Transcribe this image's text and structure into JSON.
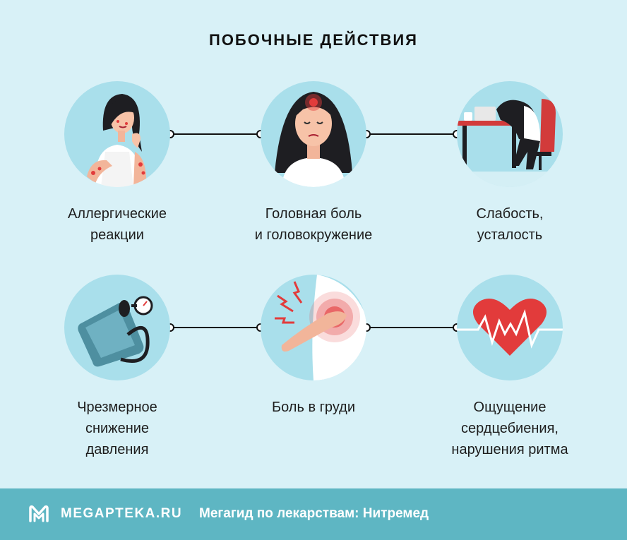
{
  "title": "ПОБОЧНЫЕ ДЕЙСТВИЯ",
  "items": [
    {
      "line1": "Аллергические",
      "line2": "реакции",
      "line3": "",
      "icon": "allergy-woman-icon"
    },
    {
      "line1": "Головная боль",
      "line2": "и головокружение",
      "line3": "",
      "icon": "headache-woman-icon"
    },
    {
      "line1": "Слабость,",
      "line2": "усталость",
      "line3": "",
      "icon": "tired-worker-icon"
    },
    {
      "line1": "Чрезмерное",
      "line2": "снижение",
      "line3": "давления",
      "icon": "blood-pressure-monitor-icon"
    },
    {
      "line1": "Боль в груди",
      "line2": "",
      "line3": "",
      "icon": "chest-pain-icon"
    },
    {
      "line1": "Ощущение",
      "line2": "сердцебиения,",
      "line3": "нарушения ритма",
      "icon": "heartbeat-icon"
    }
  ],
  "footer": {
    "brand": "MEGAPTEKA.RU",
    "tagline": "Мегагид по лекарствам: Нитремед"
  },
  "colors": {
    "background": "#d8f1f7",
    "circle": "#a9dfeb",
    "footer": "#5eb6c3",
    "accent_red": "#e23b3b"
  }
}
